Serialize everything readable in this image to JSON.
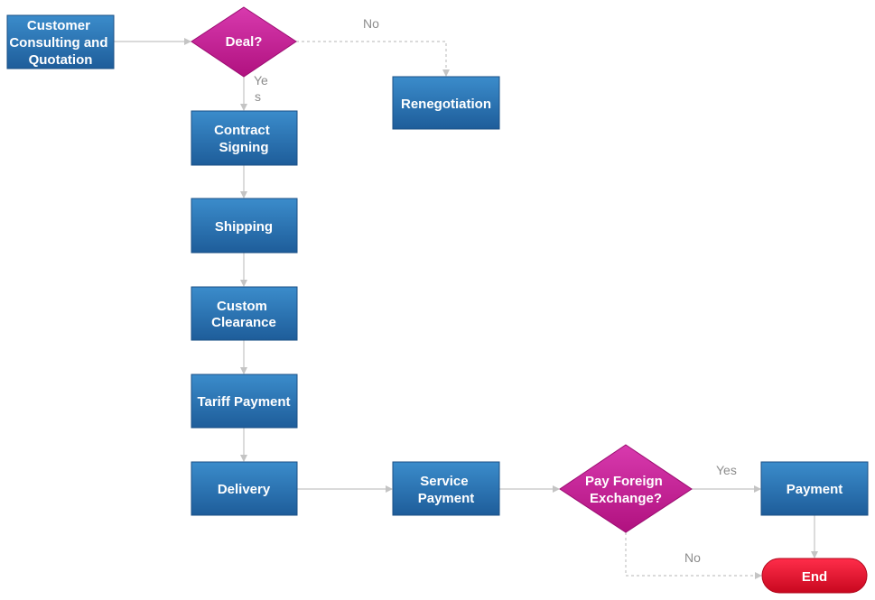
{
  "diagram": {
    "nodes": {
      "customer_consulting": {
        "lines": [
          "Customer",
          "Consulting and",
          "Quotation"
        ]
      },
      "deal": {
        "lines": [
          "Deal?"
        ]
      },
      "renegotiation": {
        "lines": [
          "Renegotiation"
        ]
      },
      "contract_signing": {
        "lines": [
          "Contract",
          "Signing"
        ]
      },
      "shipping": {
        "lines": [
          "Shipping"
        ]
      },
      "custom_clearance": {
        "lines": [
          "Custom",
          "Clearance"
        ]
      },
      "tariff_payment": {
        "lines": [
          "Tariff Payment"
        ]
      },
      "delivery": {
        "lines": [
          "Delivery"
        ]
      },
      "service_payment": {
        "lines": [
          "Service",
          "Payment"
        ]
      },
      "pay_foreign_exchange": {
        "lines": [
          "Pay Foreign",
          "Exchange?"
        ]
      },
      "payment": {
        "lines": [
          "Payment"
        ]
      },
      "end": {
        "lines": [
          "End"
        ]
      }
    },
    "edge_labels": {
      "deal_no": "No",
      "deal_yes_1": "Ye",
      "deal_yes_2": "s",
      "fx_yes": "Yes",
      "fx_no": "No"
    },
    "colors": {
      "process_top": "#3a87c6",
      "process_bottom": "#1f5f9c",
      "decision": "#cc2a9e",
      "terminator": "#e01432",
      "connector": "#c4c4c4"
    }
  }
}
